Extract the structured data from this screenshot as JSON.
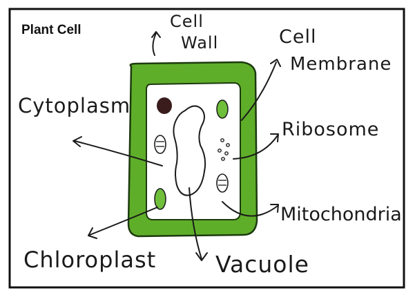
{
  "title": "Plant Cell",
  "labels": {
    "cell_wall_line1": "Cell",
    "cell_wall_line2": "Wall",
    "cell_membrane_line1": "Cell",
    "cell_membrane_line2": "Membrane",
    "cytoplasm": "Cytoplasm",
    "ribosome": "Ribosome",
    "mitochondria": "Mitochondria",
    "chloroplast": "Chloroplast",
    "vacuole": "Vacuole"
  },
  "colors": {
    "cell_wall": "#5fae2a",
    "cell_wall_outline": "#1c3a0e",
    "chloroplast": "#6fbf3a",
    "nucleus": "#3a1c1c",
    "ink": "#1a1a1a"
  }
}
